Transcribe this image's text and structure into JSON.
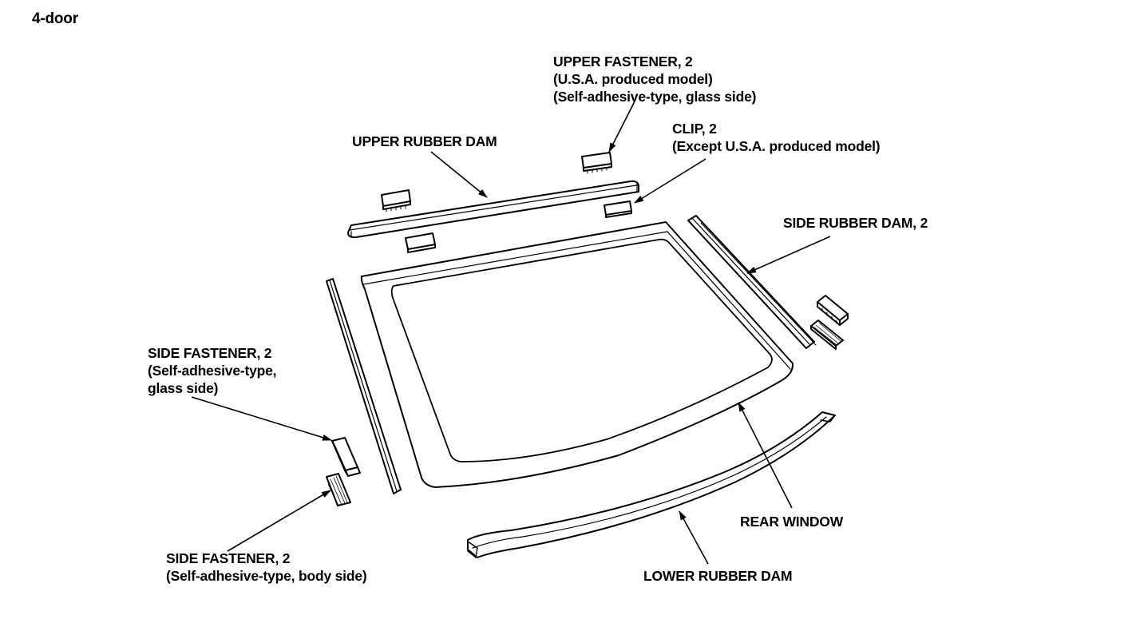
{
  "title": "4-door",
  "labels": {
    "upper_fastener": [
      "UPPER FASTENER, 2",
      "(U.S.A. produced model)",
      "(Self-adhesive-type, glass side)"
    ],
    "upper_rubber_dam": [
      "UPPER RUBBER DAM"
    ],
    "clip": [
      "CLIP, 2",
      "(Except U.S.A. produced model)"
    ],
    "side_rubber_dam": [
      "SIDE RUBBER DAM, 2"
    ],
    "side_fastener_glass": [
      "SIDE FASTENER, 2",
      "(Self-adhesive-type,",
      "glass side)"
    ],
    "side_fastener_body": [
      "SIDE FASTENER, 2",
      "(Self-adhesive-type, body side)"
    ],
    "rear_window": [
      "REAR WINDOW"
    ],
    "lower_rubber_dam": [
      "LOWER RUBBER DAM"
    ]
  },
  "colors": {
    "line": "#000000",
    "background": "#ffffff"
  }
}
